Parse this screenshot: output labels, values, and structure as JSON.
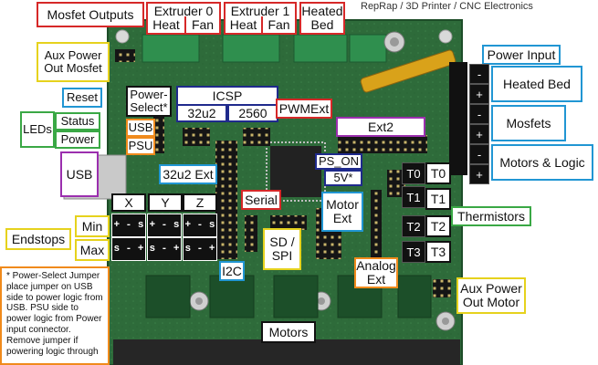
{
  "header_text": "RepRap / 3D Printer / CNC Electronics",
  "colors": {
    "red": "#d62828",
    "yellow": "#e6d21d",
    "blue": "#2196d3",
    "green": "#3aa845",
    "orange": "#f08a1c",
    "purple": "#9b2fae",
    "navy": "#1f2a8c",
    "black": "#111111",
    "board": "#2e6b3a"
  },
  "labels": {
    "mosfet_outputs": "Mosfet Outputs",
    "extruder0_title": "Extruder 0",
    "extruder0_heat": "Heat",
    "extruder0_fan": "Fan",
    "extruder1_title": "Extruder 1",
    "extruder1_heat": "Heat",
    "extruder1_fan": "Fan",
    "heated_bed_title": "Heated",
    "heated_bed_sub": "Bed",
    "aux_power_out_mosfet": "Aux Power Out Mosfet",
    "power_input": "Power Input",
    "heated_bed": "Heated Bed",
    "mosfets": "Mosfets",
    "motors_logic": "Motors & Logic",
    "reset": "Reset",
    "power_select": "Power-Select*",
    "icsp": "ICSP",
    "icsp_32u2": "32u2",
    "icsp_2560": "2560",
    "pwmext": "PWMExt",
    "ext2": "Ext2",
    "leds": "LEDs",
    "status": "Status",
    "power": "Power",
    "usb_sel": "USB",
    "psu_sel": "PSU",
    "usb": "USB",
    "ext_32u2": "32u2 Ext",
    "ps_on": "PS_ON",
    "v5": "5V*",
    "t0": "T0",
    "t1": "T1",
    "t2": "T2",
    "t3": "T3",
    "thermistors": "Thermistors",
    "x": "X",
    "y": "Y",
    "z": "Z",
    "min": "Min",
    "max": "Max",
    "endstops": "Endstops",
    "serial": "Serial",
    "motor_ext": "Motor Ext",
    "sd_spi": "SD / SPI",
    "i2c": "I2C",
    "analog_ext": "Analog Ext",
    "aux_power_out_motor": "Aux Power Out Motor",
    "motors": "Motors",
    "min_pins": "+ - s",
    "max_pins": "s - +",
    "term_minus": "-",
    "term_plus": "+"
  },
  "note_text": "* Power-Select Jumper place jumper on USB side to power logic from USB. PSU side to power logic from Power input connector. Remove jumper if powering logic through"
}
